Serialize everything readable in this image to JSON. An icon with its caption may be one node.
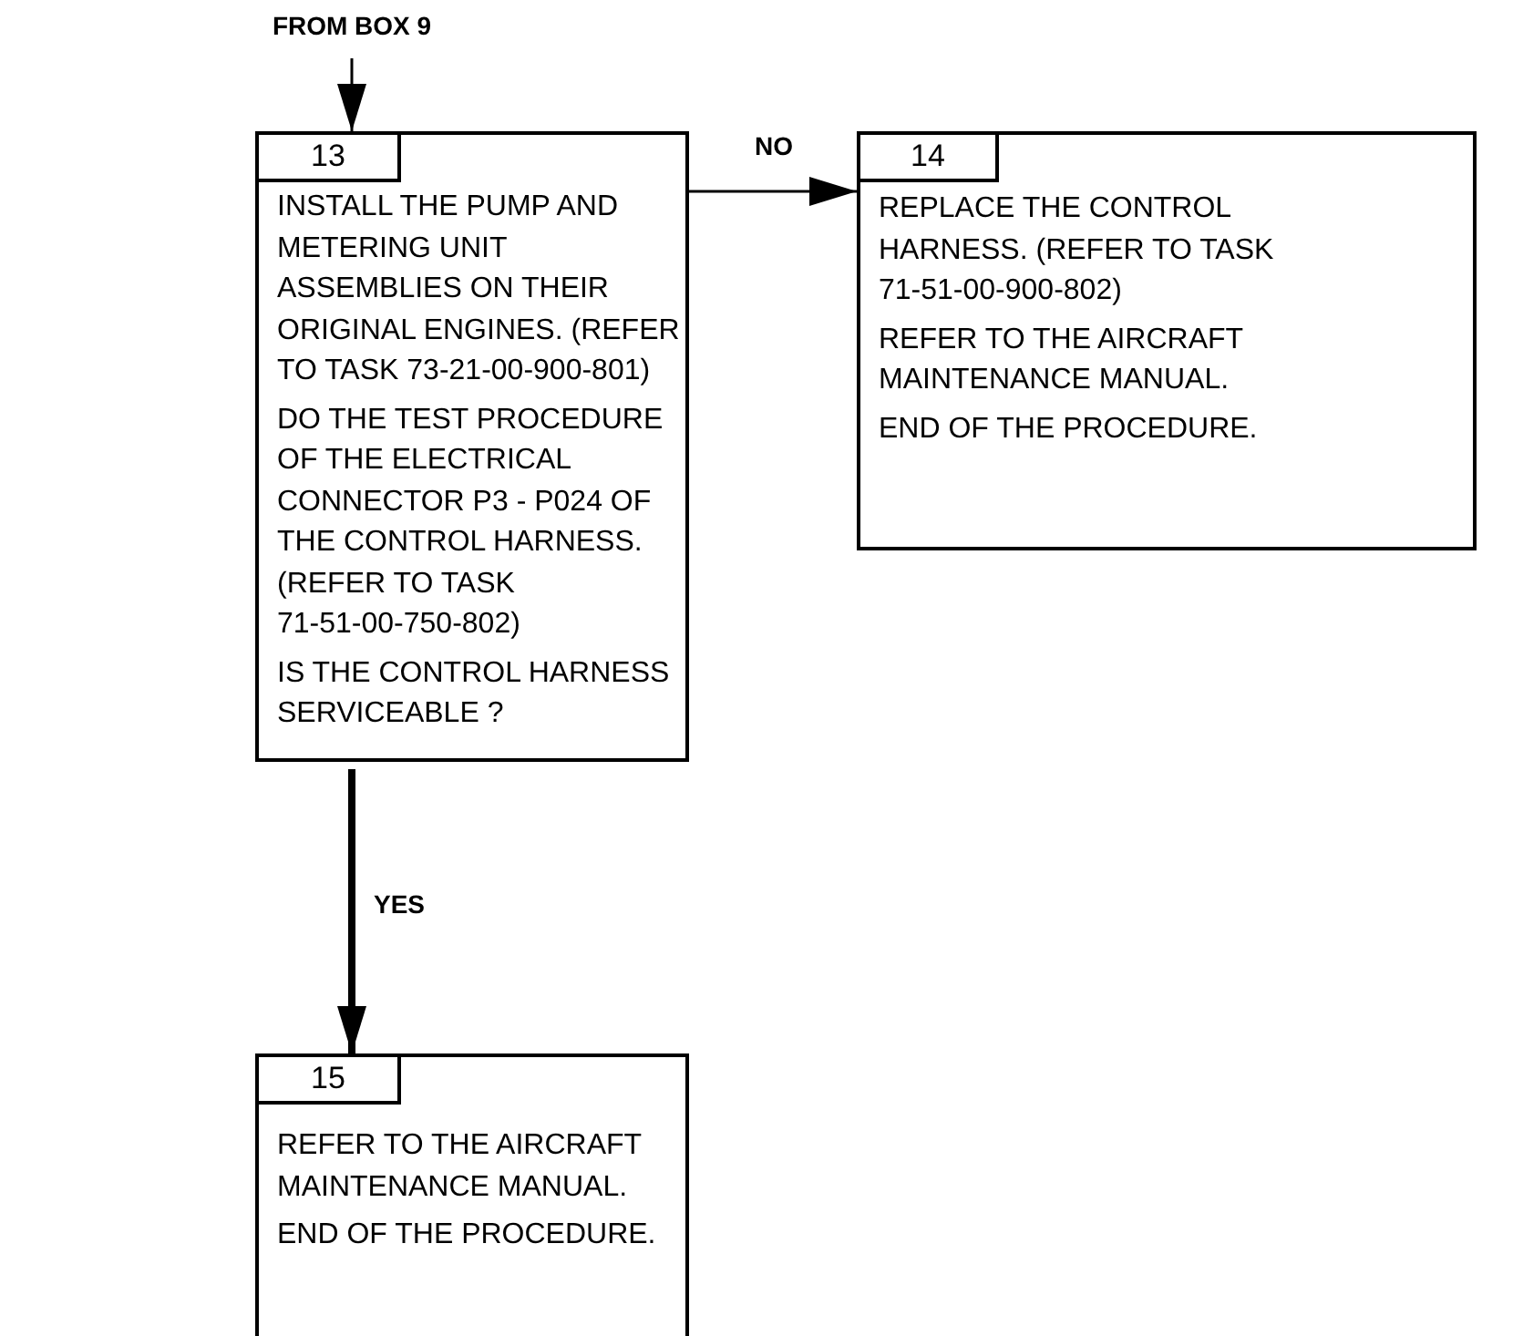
{
  "diagram": {
    "nodes": [
      {
        "text": [
          "FROM BOX 9"
        ]
      },
      {
        "text": [
          "INSTALL THE PUMP AND METERING UNIT ASSEMBLIES ON THEIR ORIGINAL ENGINES. (REFER TO TASK 73-21-00-900-801)",
          "DO THE TEST PROCEDURE OF THE ELECTRICAL CONNECTOR P3 - P024 OF THE CONTROL HARNESS. (REFER TO TASK 71-51-00-750-802)",
          "IS THE CONTROL HARNESS SERVICEABLE ?"
        ]
      },
      {
        "text": [
          "13"
        ],
        "in": 1
      },
      {
        "text": [
          "REPLACE THE CONTROL HARNESS. (REFER TO TASK 71-51-00-900-802)",
          "REFER TO THE AIRCRAFT MAINTENANCE MANUAL.",
          "END OF THE PROCEDURE."
        ]
      },
      {
        "text": [
          "14"
        ],
        "in": 3
      },
      {
        "text": [
          "REFER TO THE AIRCRAFT MAINTENANCE MANUAL.",
          "END OF THE PROCEDURE."
        ]
      },
      {
        "text": [
          "15"
        ],
        "in": 5
      }
    ],
    "edges": [
      {
        "from": 0,
        "to": 1,
        "arrow": "to"
      },
      {
        "from": 1,
        "to": 3,
        "arrow": "to",
        "label": "NO"
      },
      {
        "from": 1,
        "to": 5,
        "arrow": "to",
        "label": "YES",
        "style": "thick"
      }
    ]
  }
}
